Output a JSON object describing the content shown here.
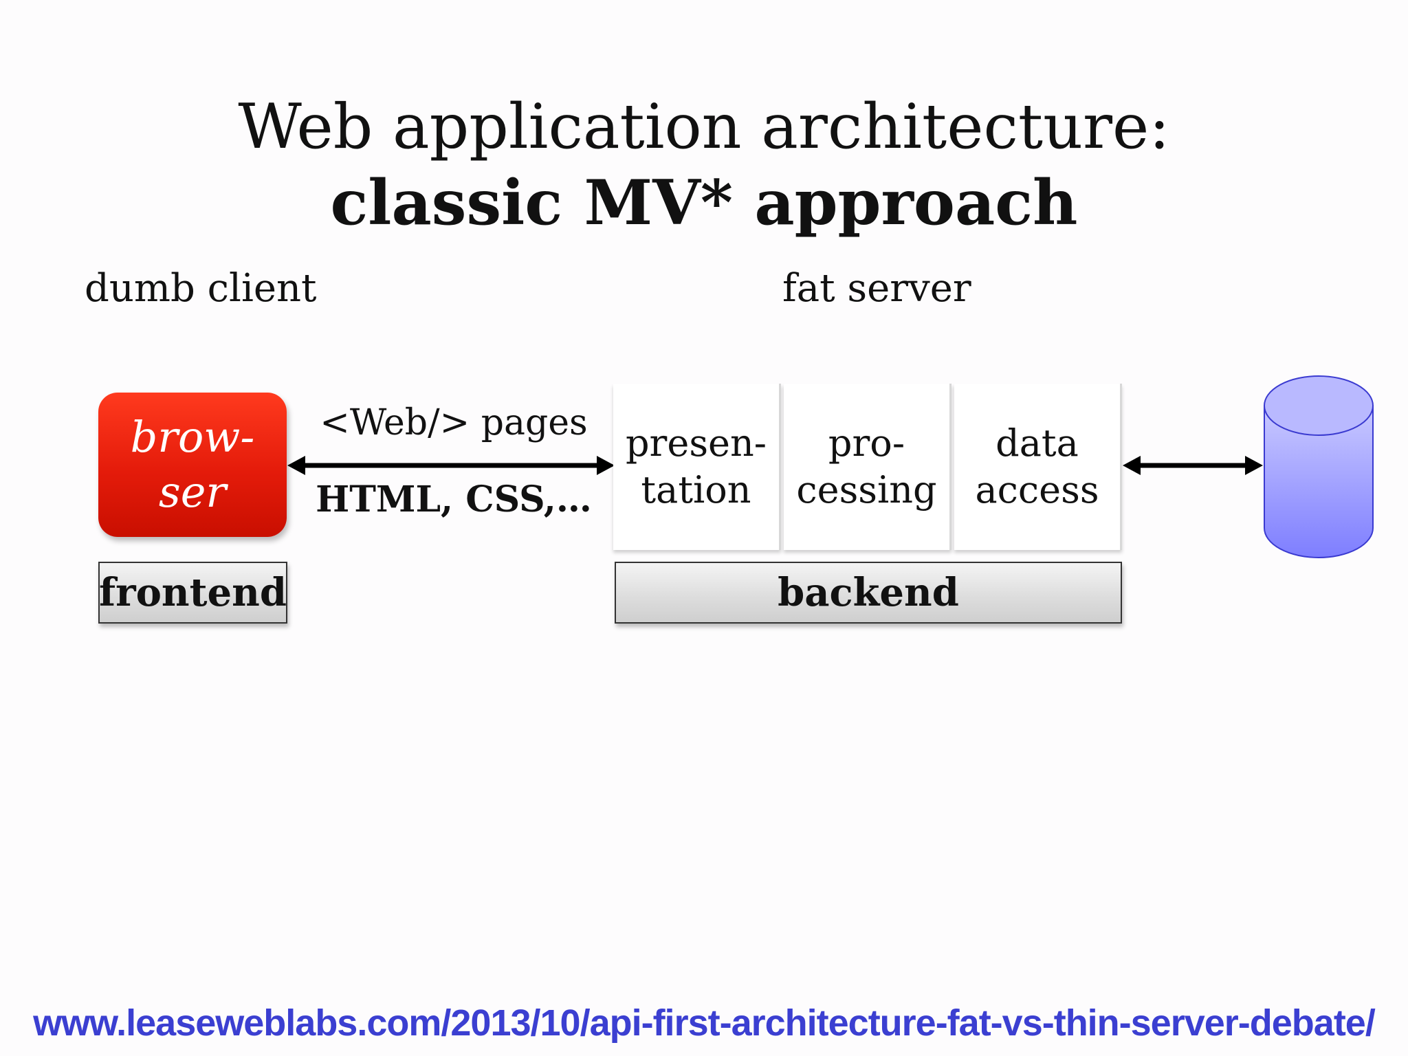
{
  "title": {
    "line1": "Web application architecture:",
    "line2": "classic MV* approach"
  },
  "client_label": "dumb client",
  "server_label": "fat server",
  "browser": {
    "line1": "brow-",
    "line2": "ser"
  },
  "connection": {
    "top_label": "<Web/> pages",
    "bottom_label": "HTML, CSS,…"
  },
  "layers": [
    {
      "line1": "presen-",
      "line2": "tation"
    },
    {
      "line1": "pro-",
      "line2": "cessing"
    },
    {
      "line1": "data",
      "line2": "access"
    }
  ],
  "frontend_label": "frontend",
  "backend_label": "backend",
  "footer_url": "www.leaseweblabs.com/2013/10/api-first-architecture-fat-vs-thin-server-debate/",
  "colors": {
    "browser": "#e41b0a",
    "database": "#8585ff",
    "url": "#3b3fd1"
  }
}
